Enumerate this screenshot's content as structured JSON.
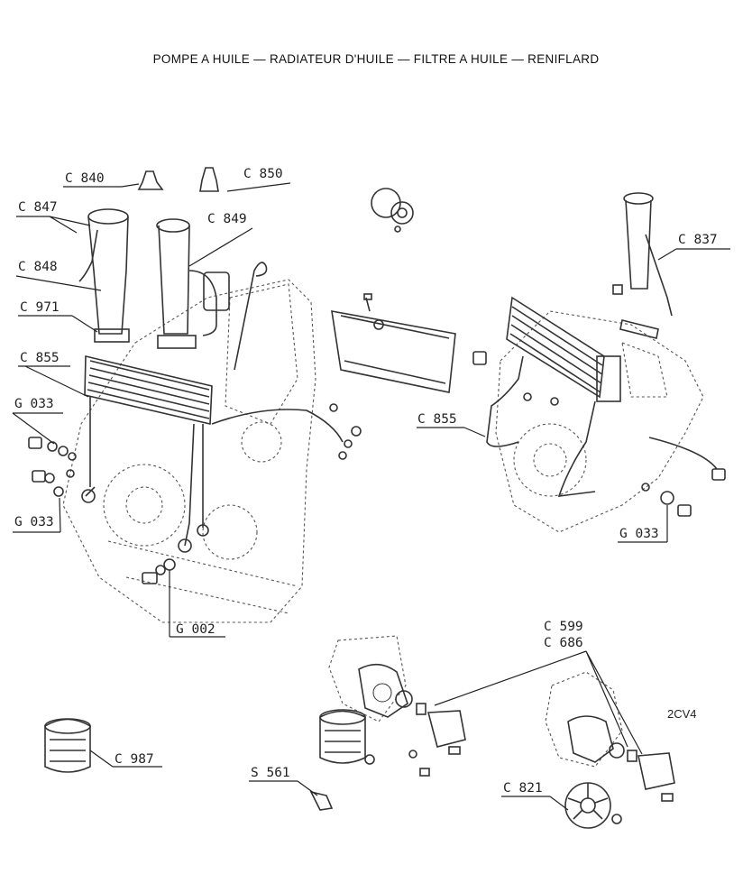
{
  "title": "POMPE A HUILE — RADIATEUR D'HUILE — FILTRE A HUILE — RENIFLARD",
  "model_tag": "2CV4",
  "labels": {
    "c840": "C 840",
    "c850": "C 850",
    "c847": "C 847",
    "c849": "C 849",
    "c848": "C 848",
    "c971": "C 971",
    "c855_left": "C 855",
    "g033_top": "G 033",
    "g033_bottom": "G 033",
    "g002": "G 002",
    "c837": "C 837",
    "c855_right": "C 855",
    "g033_right": "G 033",
    "c599": "C 599",
    "c686": "C 686",
    "c987": "C 987",
    "s561": "S 561",
    "c821": "C 821"
  }
}
